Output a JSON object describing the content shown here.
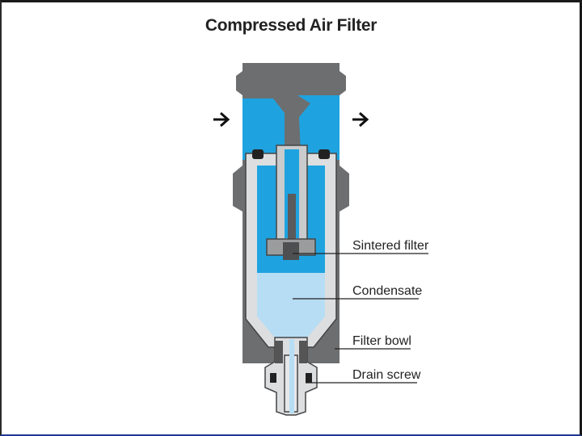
{
  "title": "Compressed Air Filter",
  "labels": {
    "sintered_filter": "Sintered filter",
    "condensate": "Condensate",
    "filter_bowl": "Filter bowl",
    "drain_screw": "Drain screw"
  },
  "colors": {
    "housing": "#6d6e70",
    "air": "#1ea3e0",
    "condensate": "#b7ddf4",
    "bowl_metal": "#dcdee0",
    "arrow": "#111111"
  },
  "icons": {
    "inlet": "arrow-right-icon",
    "outlet": "arrow-right-icon"
  }
}
